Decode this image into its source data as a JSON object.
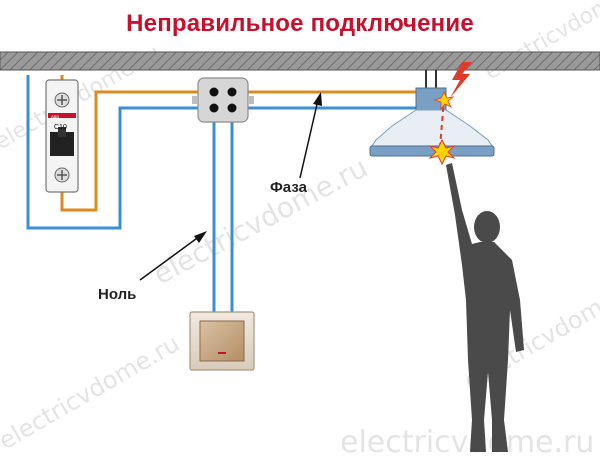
{
  "title": "Неправильное подключение",
  "labels": {
    "phase": "Фаза",
    "neutral": "Ноль"
  },
  "breaker": {
    "brand": "ABB",
    "rating": "C10"
  },
  "watermark": "electricvdome.ru",
  "colors": {
    "title": "#c8102e",
    "phase_wire": "#e08a1e",
    "neutral_wire": "#3a8fd6",
    "ceiling": "#8a8a8a",
    "lamp": "#7a9fc4",
    "person": "#4a4a4a",
    "spark": "#ffd400",
    "fault_line": "#e23a2a"
  },
  "icons": [
    "circuit-breaker-icon",
    "junction-box-icon",
    "light-switch-icon",
    "ceiling-lamp-icon",
    "spark-icon",
    "lightning-icon",
    "person-silhouette-icon"
  ]
}
